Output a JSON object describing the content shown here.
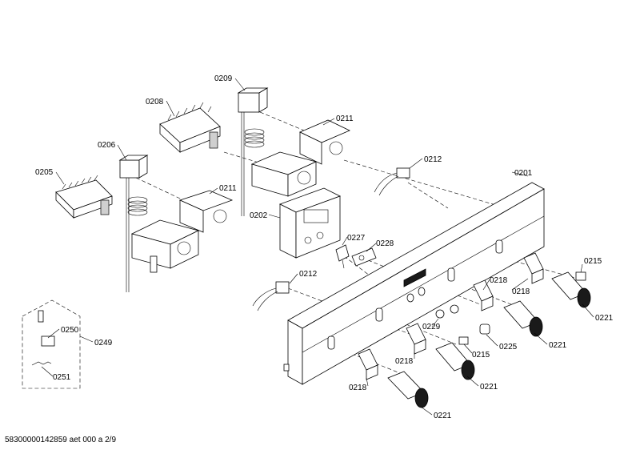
{
  "labels": {
    "p0201": "0201",
    "p0202": "0202",
    "p0205": "0205",
    "p0206": "0206",
    "p0208": "0208",
    "p0209": "0209",
    "p0211a": "0211",
    "p0211b": "0211",
    "p0212a": "0212",
    "p0212b": "0212",
    "p0215a": "0215",
    "p0215b": "0215",
    "p0218a": "0218",
    "p0218b": "0218",
    "p0218c": "0218",
    "p0218d": "0218",
    "p0221a": "0221",
    "p0221b": "0221",
    "p0221c": "0221",
    "p0221d": "0221",
    "p0225": "0225",
    "p0227": "0227",
    "p0228": "0228",
    "p0229": "0229",
    "p0249": "0249",
    "p0250": "0250",
    "p0251": "0251"
  },
  "footer": {
    "code": "58300000142859 aet 000 a 2/9"
  }
}
